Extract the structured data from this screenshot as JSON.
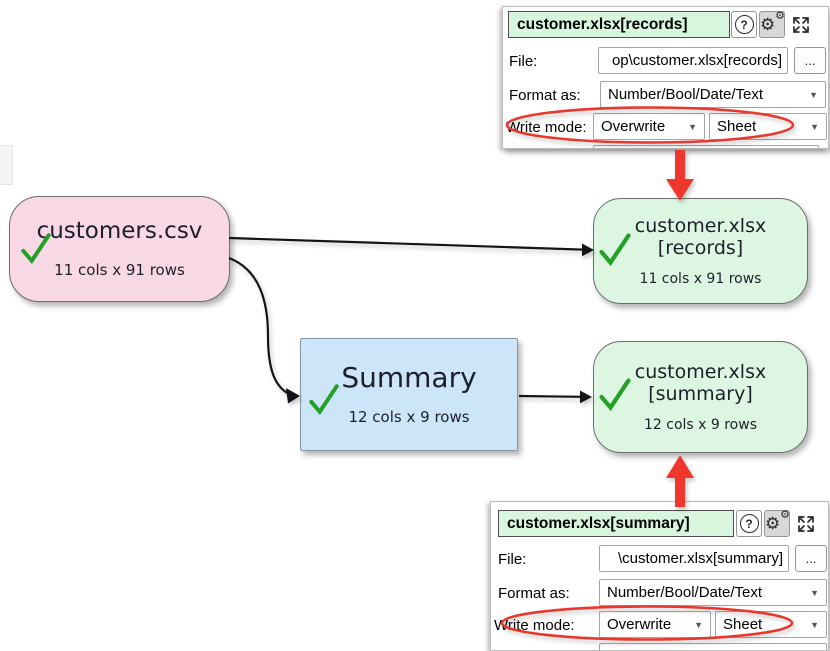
{
  "icons": {
    "dropdown_arrow": "▼",
    "help": "?",
    "gear": "⚙"
  },
  "colors": {
    "node_pink": "#f8d8e4",
    "node_blue": "#cde5f9",
    "node_green": "#dcf6e2",
    "panel_title_bg": "#d8f5dd",
    "annotation_red": "#ef372d",
    "check_green": "#23a127",
    "arrow_black": "#141414"
  },
  "nodes": {
    "source": {
      "title": "customers.csv",
      "subtitle": "11 cols x 91 rows"
    },
    "transform": {
      "title": "Summary",
      "subtitle": "12 cols x 9 rows"
    },
    "output_records": {
      "title_line1": "customer.xlsx",
      "title_line2": "[records]",
      "subtitle": "11 cols x 91 rows"
    },
    "output_summary": {
      "title_line1": "customer.xlsx",
      "title_line2": "[summary]",
      "subtitle": "12 cols x 9 rows"
    }
  },
  "panels": {
    "records": {
      "title": "customer.xlsx[records]",
      "file_label": "File:",
      "file_value": "op\\customer.xlsx[records]",
      "browse_label": "...",
      "format_label": "Format as:",
      "format_value": "Number/Bool/Date/Text",
      "write_mode_label": "Write mode:",
      "write_mode_value": "Overwrite",
      "sheet_value": "Sheet"
    },
    "summary": {
      "title": "customer.xlsx[summary]",
      "file_label": "File:",
      "file_value": "\\customer.xlsx[summary]",
      "browse_label": "...",
      "format_label": "Format as:",
      "format_value": "Number/Bool/Date/Text",
      "write_mode_label": "Write mode:",
      "write_mode_value": "Overwrite",
      "sheet_value": "Sheet"
    }
  }
}
